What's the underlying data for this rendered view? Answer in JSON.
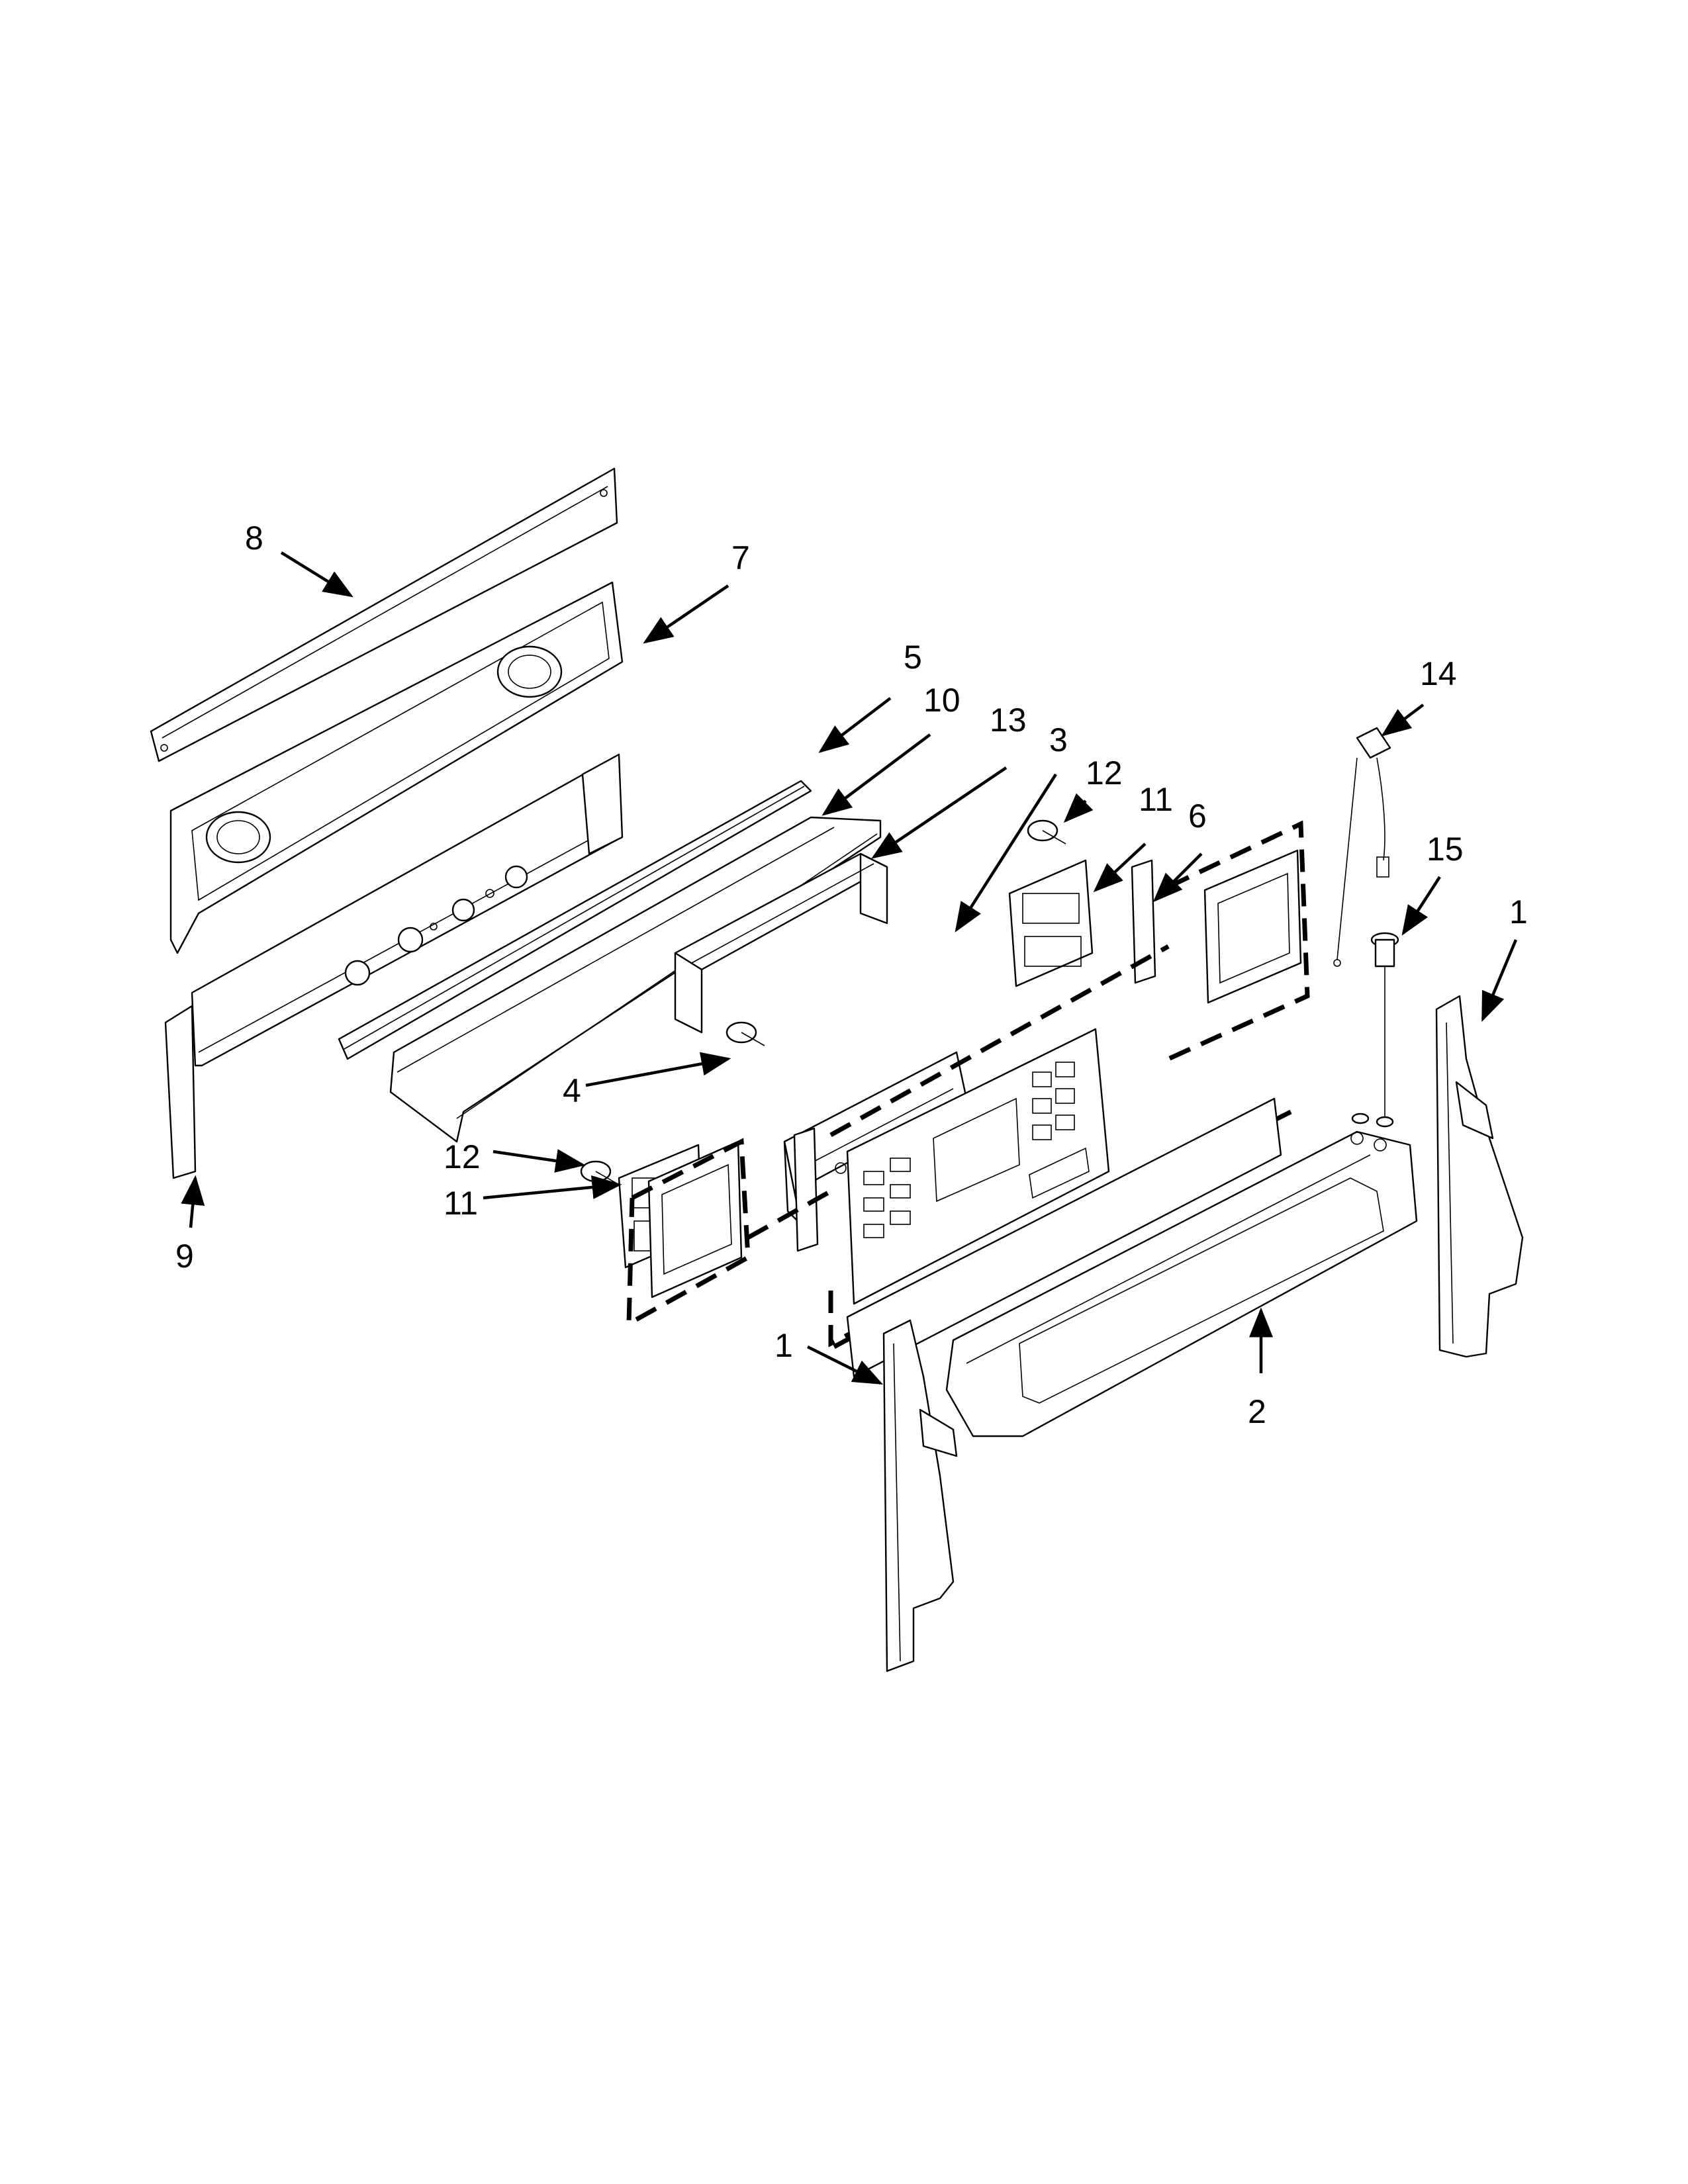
{
  "diagram": {
    "type": "exploded-parts-diagram",
    "callouts": [
      {
        "id": "c8",
        "label": "8"
      },
      {
        "id": "c7",
        "label": "7"
      },
      {
        "id": "c5",
        "label": "5"
      },
      {
        "id": "c10",
        "label": "10"
      },
      {
        "id": "c13",
        "label": "13"
      },
      {
        "id": "c3",
        "label": "3"
      },
      {
        "id": "c12a",
        "label": "12"
      },
      {
        "id": "c11a",
        "label": "11"
      },
      {
        "id": "c6",
        "label": "6"
      },
      {
        "id": "c14",
        "label": "14"
      },
      {
        "id": "c15",
        "label": "15"
      },
      {
        "id": "c1a",
        "label": "1"
      },
      {
        "id": "c4",
        "label": "4"
      },
      {
        "id": "c12b",
        "label": "12"
      },
      {
        "id": "c9",
        "label": "9"
      },
      {
        "id": "c11b",
        "label": "11"
      },
      {
        "id": "c1b",
        "label": "1"
      },
      {
        "id": "c2",
        "label": "2"
      }
    ]
  }
}
